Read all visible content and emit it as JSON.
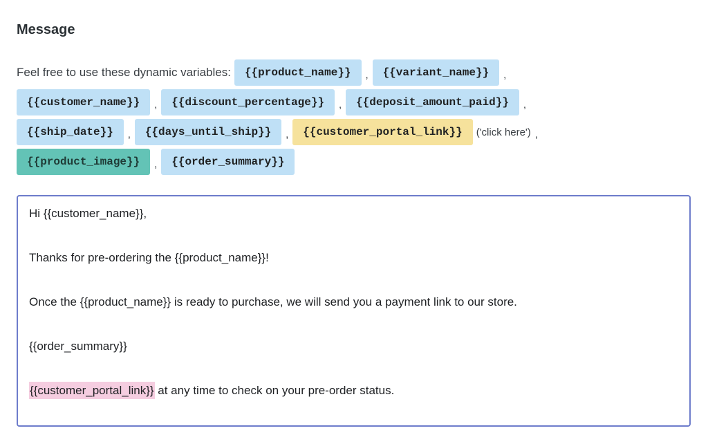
{
  "section": {
    "title": "Message"
  },
  "variables": {
    "intro": "Feel free to use these dynamic variables:",
    "separator": ",",
    "chips": [
      {
        "label": "{{product_name}}",
        "color": "#bfe0f6"
      },
      {
        "label": "{{variant_name}}",
        "color": "#bfe0f6"
      },
      {
        "label": "{{customer_name}}",
        "color": "#bfe0f6"
      },
      {
        "label": "{{discount_percentage}}",
        "color": "#bfe0f6"
      },
      {
        "label": "{{deposit_amount_paid}}",
        "color": "#bfe0f6"
      },
      {
        "label": "{{ship_date}}",
        "color": "#bfe0f6"
      },
      {
        "label": "{{days_until_ship}}",
        "color": "#bfe0f6"
      },
      {
        "label": "{{customer_portal_link}}",
        "color": "#f6e29c"
      },
      {
        "label": "{{product_image}}",
        "color": "#63c3b6"
      },
      {
        "label": "{{order_summary}}",
        "color": "#bfe0f6"
      }
    ],
    "portal_link_note": "('click here')"
  },
  "editor": {
    "border_color": "#6d7ccb",
    "line1": "Hi {{customer_name}},",
    "line2": "Thanks for pre-ordering the {{product_name}}!",
    "line3": "Once the {{product_name}} is ready to purchase, we will send you a payment link to our store.",
    "line4": "{{order_summary}}",
    "line5_highlight": "{{customer_portal_link}}",
    "line5_rest": " at any time to check on your pre-order status.",
    "highlight_color": "#f5cde0"
  }
}
